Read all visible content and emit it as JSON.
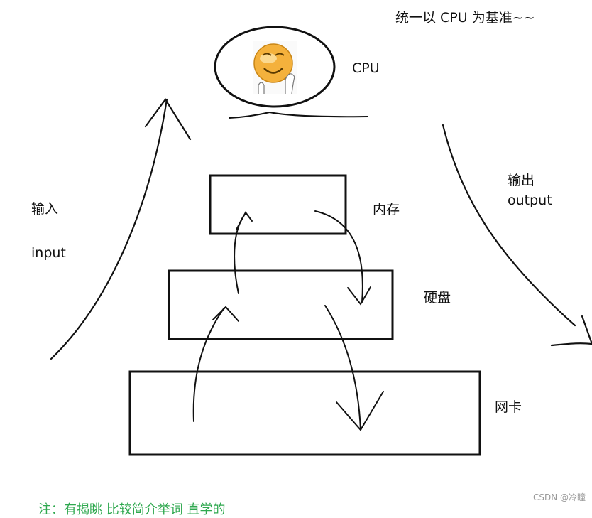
{
  "heading": "统一以 CPU 为基准~~",
  "cpu": {
    "label": "CPU",
    "avatar_icon": "smiley-face-icon"
  },
  "memory": {
    "label": "内存"
  },
  "disk": {
    "label": "硬盘"
  },
  "nic": {
    "label": "网卡"
  },
  "input_side": {
    "zh": "输入",
    "en": "input"
  },
  "output_side": {
    "zh": "输出",
    "en": "output"
  },
  "watermark": "CSDN @冷瞳",
  "bottom_note": "注：有揭眺 比较简介举词 直学的",
  "colors": {
    "ink": "#111111",
    "note_green": "#2fa84f",
    "watermark": "#9a9a9a",
    "face": "#f4b13c"
  }
}
